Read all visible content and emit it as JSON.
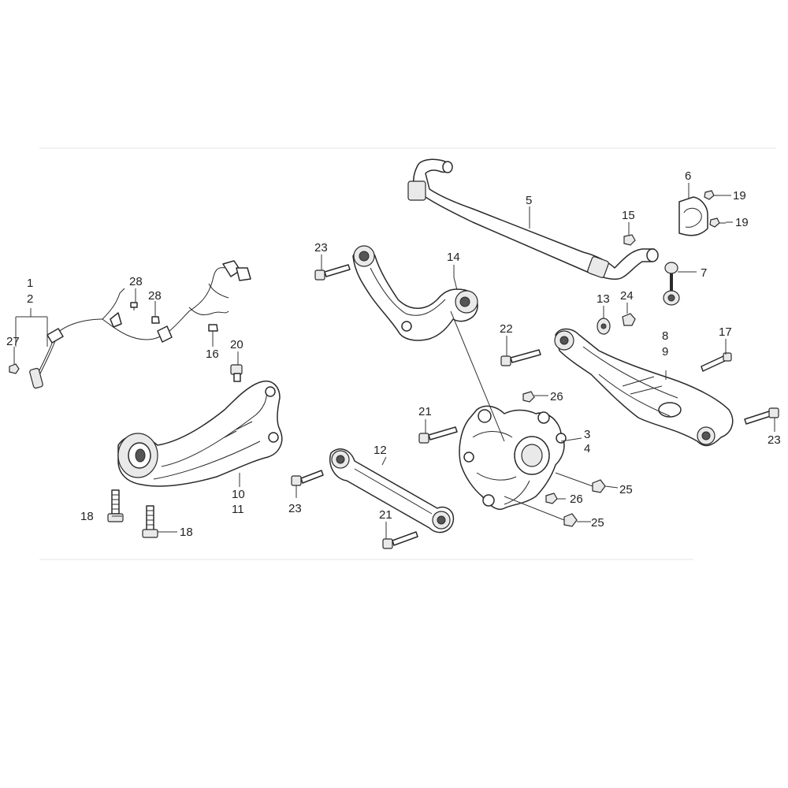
{
  "callouts": {
    "c1": "1",
    "c2": "2",
    "c3": "3",
    "c4": "4",
    "c5": "5",
    "c6": "6",
    "c7": "7",
    "c8": "8",
    "c9": "9",
    "c10": "10",
    "c11": "11",
    "c12": "12",
    "c13": "13",
    "c14": "14",
    "c15": "15",
    "c16": "16",
    "c17": "17",
    "c18a": "18",
    "c18b": "18",
    "c19a": "19",
    "c19b": "19",
    "c20": "20",
    "c21a": "21",
    "c21b": "21",
    "c22": "22",
    "c23a": "23",
    "c23b": "23",
    "c23c": "23",
    "c24": "24",
    "c25a": "25",
    "c25b": "25",
    "c26a": "26",
    "c26b": "26",
    "c27": "27",
    "c28a": "28",
    "c28b": "28"
  }
}
